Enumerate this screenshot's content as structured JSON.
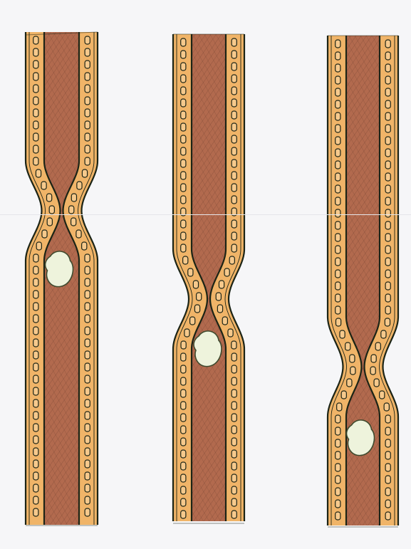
{
  "figure": {
    "subject": "peristalsis-bolus-progression",
    "panel_count": 3,
    "colors": {
      "background": "#f6f6f8",
      "wall": "#f0b468",
      "lumen": "#b26a4e",
      "outline": "#1c2416",
      "cell": "#f6c98c",
      "bolus": "#eef3dc",
      "bolus_edge": "#3f4a2e"
    },
    "panels": [
      {
        "id": "panel-1",
        "stage": 1
      },
      {
        "id": "panel-2",
        "stage": 2
      },
      {
        "id": "panel-3",
        "stage": 3
      }
    ]
  }
}
